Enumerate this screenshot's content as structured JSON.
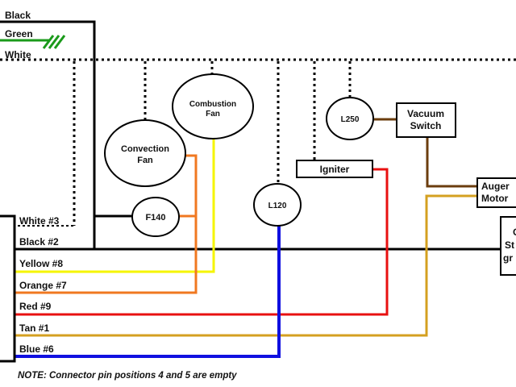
{
  "diagram": {
    "top_wires": {
      "black": "Black",
      "green": "Green",
      "white": "White"
    },
    "components": {
      "convection_fan": [
        "Convection",
        "Fan"
      ],
      "combustion_fan": [
        "Combustion",
        "Fan"
      ],
      "f140": "F140",
      "l120": "L120",
      "l250": "L250",
      "igniter": "Igniter",
      "vacuum_switch": [
        "Vacuum",
        "Switch"
      ],
      "auger_motor": [
        "Auger",
        "Motor"
      ],
      "control_board_partial": [
        "C",
        "St",
        "gr"
      ]
    },
    "connector_pins": [
      {
        "label": "White #3",
        "color": "#000000"
      },
      {
        "label": "Black #2",
        "color": "#000000"
      },
      {
        "label": "Yellow #8",
        "color": "#f5f500"
      },
      {
        "label": "Orange #7",
        "color": "#f07820"
      },
      {
        "label": "Red #9",
        "color": "#e81010"
      },
      {
        "label": "Tan #1",
        "color": "#d4a020"
      },
      {
        "label": "Blue #6",
        "color": "#1010e0"
      }
    ],
    "wire_colors": {
      "green": "#1a9a1a",
      "brown": "#6b3d0e",
      "black": "#000000"
    },
    "note": "NOTE: Connector pin positions 4 and 5 are empty"
  }
}
